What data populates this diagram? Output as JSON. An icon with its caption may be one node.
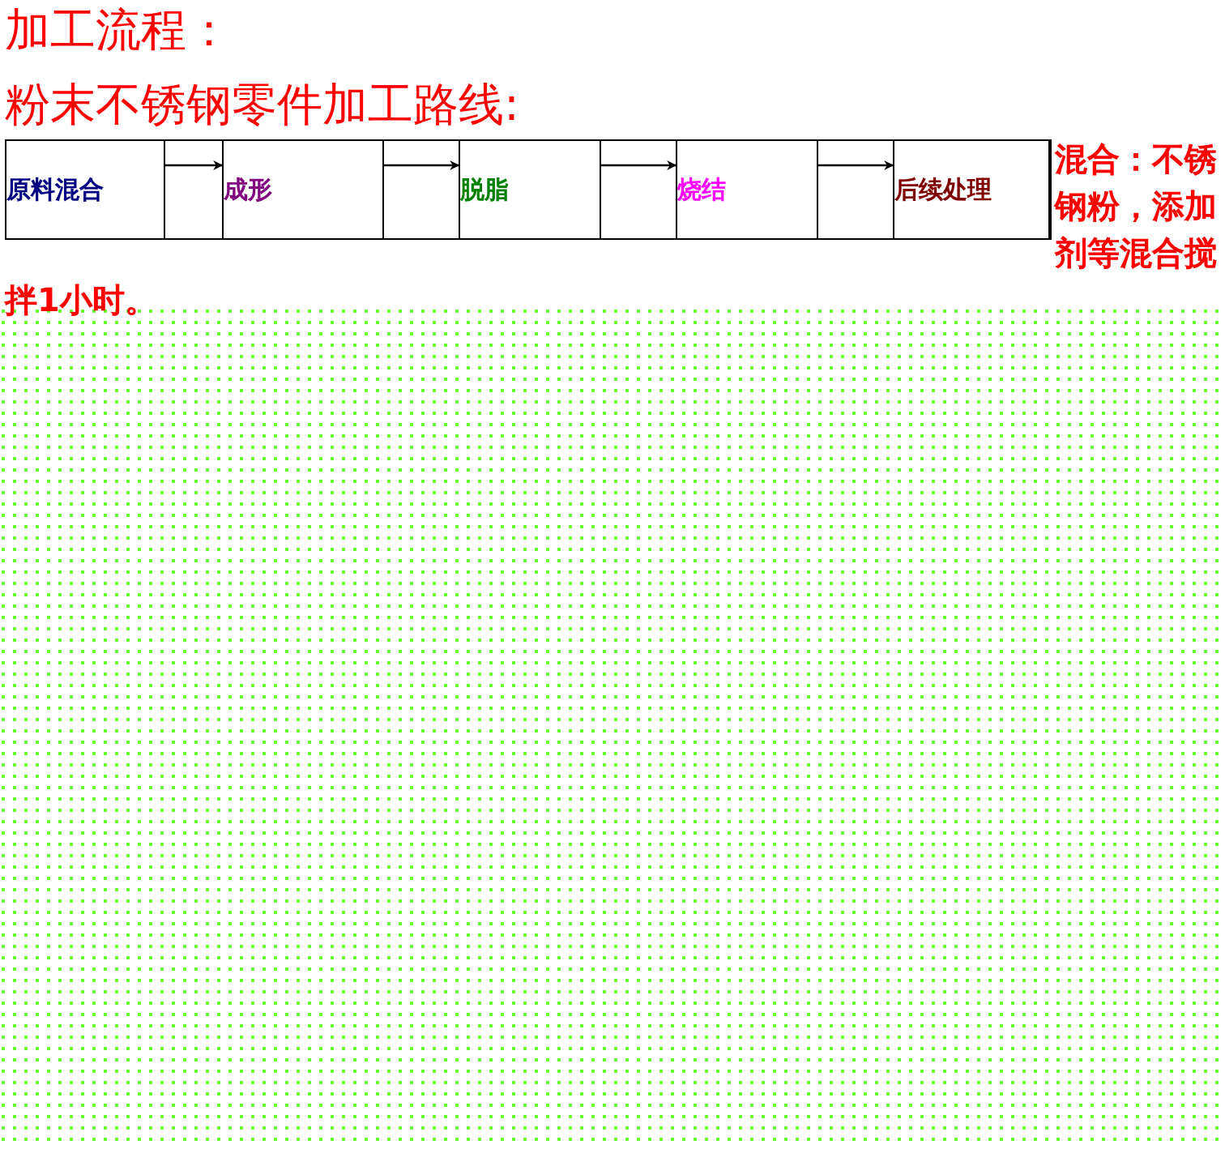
{
  "diagram": {
    "title": "加工流程：",
    "nodes": [
      {
        "text": [
          "原料混合"
        ]
      },
      {
        "text": [
          "成形"
        ]
      },
      {
        "text": [
          "脱脂"
        ]
      },
      {
        "text": [
          "烧结"
        ]
      },
      {
        "text": [
          "后续处理"
        ]
      }
    ],
    "edges": [
      {
        "from": 0,
        "to": 1,
        "arrow": "to"
      },
      {
        "from": 1,
        "to": 2,
        "arrow": "to"
      },
      {
        "from": 2,
        "to": 3,
        "arrow": "to"
      },
      {
        "from": 3,
        "to": 4,
        "arrow": "to"
      }
    ],
    "labels": [
      "粉末不锈钢零件加工路线:",
      "混合：不锈钢粉，添加剂等混合搅拌1小时。"
    ]
  }
}
